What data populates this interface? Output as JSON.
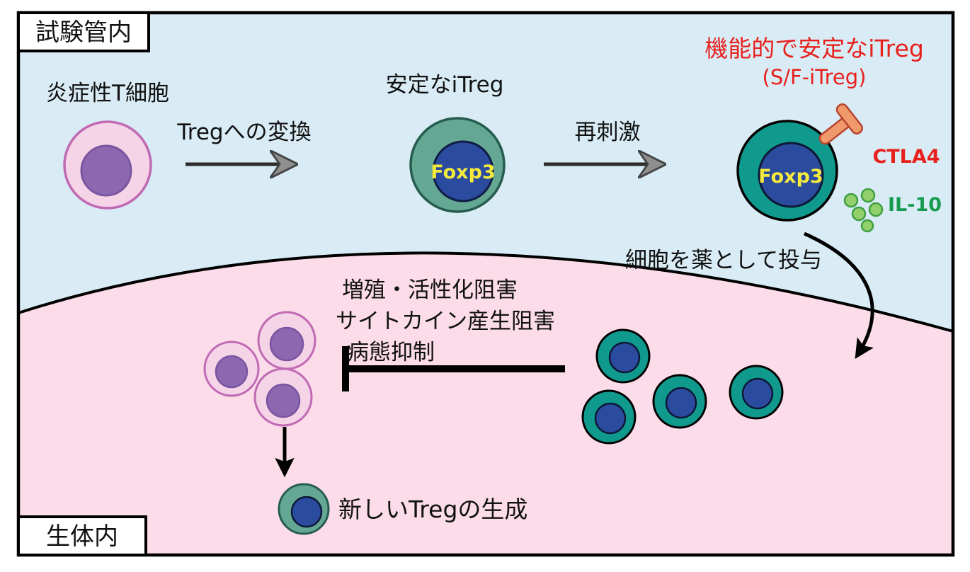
{
  "labels": {
    "in_vitro": "試験管内",
    "in_vivo": "生体内",
    "inflammatory_t_cell": "炎症性T細胞",
    "conversion": "Tregへの変換",
    "stable_itreg": "安定なiTreg",
    "restimulation": "再刺激",
    "functional_title": "機能的で安定なiTreg",
    "functional_subtitle": "(S/F-iTreg)",
    "foxp3": "Foxp3",
    "ctla4": "CTLA4",
    "il10": "IL-10",
    "administer": "細胞を薬として投与",
    "inhibition_line1": "増殖・活性化阻害",
    "inhibition_line2": "サイトカイン産生阻害",
    "inhibition_line3": "病態抑制",
    "new_treg": "新しいTregの生成"
  },
  "colors": {
    "background_in_vitro": "#d9ecf5",
    "background_in_vivo": "#fbdce8",
    "border": "#000000",
    "inflammatory_cell_fill": "#f6d4e8",
    "inflammatory_cell_stroke": "#c06ab4",
    "nucleus_purple": "#8d68b0",
    "stable_itreg_fill": "#64a893",
    "teal_cell_fill": "#109a8e",
    "nucleus_blue": "#2b4b9e",
    "foxp3_text": "#f5ea3c",
    "red_label": "#e8201c",
    "ctla4_fill": "#f09a6c",
    "ctla4_stroke": "#b8432e",
    "il10_dot_fill": "#93d06c",
    "il10_dot_stroke": "#3f9e42",
    "il10_label": "#179a4e",
    "arrowhead_gray": "#8f8f8f"
  }
}
